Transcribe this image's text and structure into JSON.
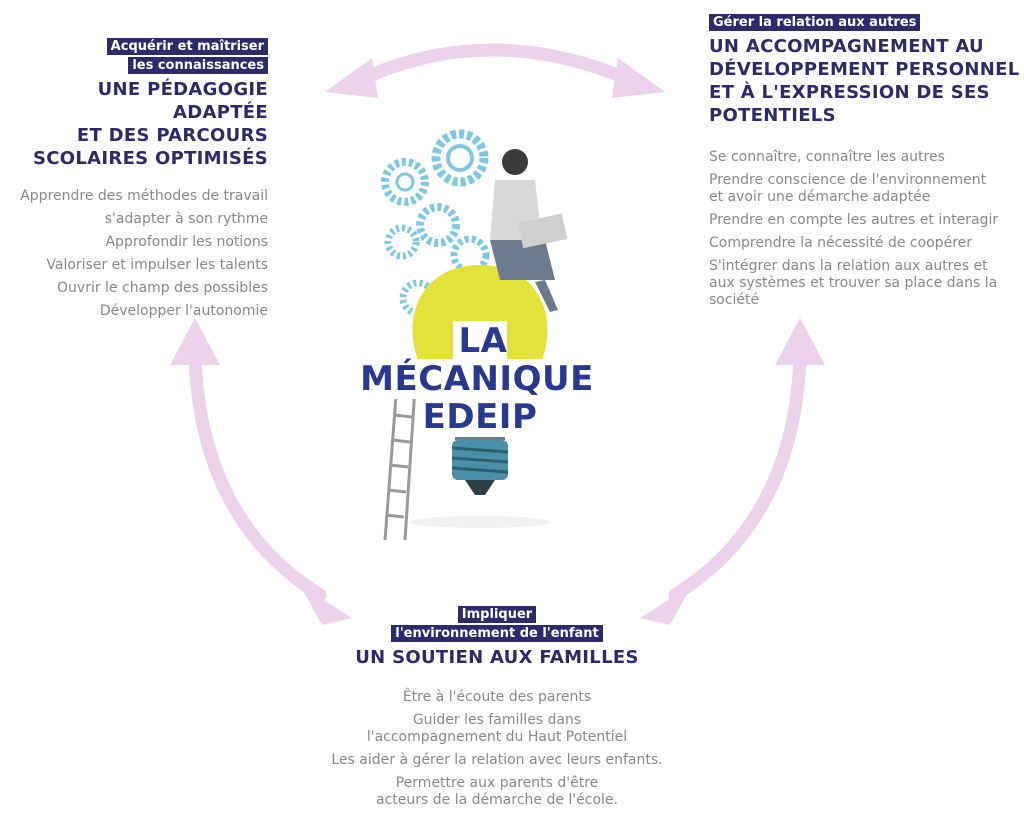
{
  "colors": {
    "navy": "#2e2b6b",
    "title_blue": "#2a3990",
    "arrow_pink": "#ecd2ea",
    "gear_blue": "#7ec8e3",
    "bulb_yellow": "#e2e23a",
    "list_gray": "#8a8a8a"
  },
  "center": {
    "title_line1": "LA MÉCANIQUE",
    "title_line2": "EDEIP"
  },
  "left": {
    "tag_line1": "Acquérir et maîtriser",
    "tag_line2": "les connaissances",
    "headline_line1": "UNE PÉDAGOGIE ADAPTÉE",
    "headline_line2": "ET DES PARCOURS",
    "headline_line3": "SCOLAIRES OPTIMISÉS",
    "items": [
      "Apprendre des méthodes de travail",
      "s'adapter à son rythme",
      "Approfondir les notions",
      "Valoriser et impulser les talents",
      "Ouvrir le champ des possibles",
      "Développer l'autonomie"
    ]
  },
  "right": {
    "tag": "Gérer la relation aux autres",
    "headline_line1": "UN ACCOMPAGNEMENT AU",
    "headline_line2": "DÉVELOPPEMENT PERSONNEL",
    "headline_line3": "ET À L'EXPRESSION DE SES",
    "headline_line4": "POTENTIELS",
    "items": [
      "Se connaître, connaître les autres",
      "Prendre conscience de l'environnement et avoir une démarche adaptée",
      "Prendre en compte les autres et interagir",
      "Comprendre la nécessité de coopérer",
      "S'intégrer dans la relation aux autres et aux systèmes et trouver sa place dans la société"
    ]
  },
  "bottom": {
    "tag_line1": "Impliquer",
    "tag_line2": "l'environnement de l'enfant",
    "headline": "UN SOUTIEN AUX FAMILLES",
    "items": [
      "Être à l'écoute des parents",
      "Guider les familles dans l'accompagnement du Haut Potentiel",
      "Les aider à gérer la relation avec leurs enfants.",
      "Permettre aux parents d'être acteurs de la démarche de l'école."
    ]
  }
}
